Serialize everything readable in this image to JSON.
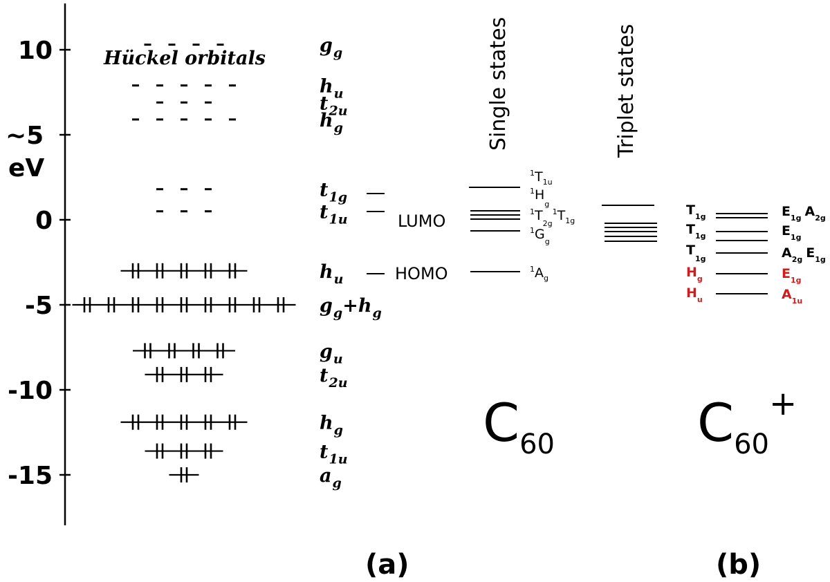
{
  "axis": {
    "unit_prefix": "~5",
    "unit": "eV",
    "ticks": [
      {
        "value": 10,
        "label": "10"
      },
      {
        "value": 5,
        "label": ""
      },
      {
        "value": 0,
        "label": "0"
      },
      {
        "value": -5,
        "label": "-5"
      },
      {
        "value": -10,
        "label": "-10"
      },
      {
        "value": -15,
        "label": "-15"
      }
    ]
  },
  "huckel": {
    "title": "Hückel orbitals",
    "levels": [
      {
        "label": "g",
        "sub": "g",
        "energy": 10.3,
        "count": 4,
        "filled": false
      },
      {
        "label": "h",
        "sub": "u",
        "energy": 7.9,
        "count": 5,
        "filled": false
      },
      {
        "label": "t",
        "sub": "2u",
        "energy": 6.9,
        "count": 3,
        "filled": false
      },
      {
        "label": "h",
        "sub": "g",
        "energy": 5.9,
        "count": 5,
        "filled": false
      },
      {
        "label": "t",
        "sub": "1g",
        "energy": 1.8,
        "count": 3,
        "filled": false
      },
      {
        "label": "t",
        "sub": "1u",
        "energy": 0.5,
        "count": 3,
        "filled": false
      },
      {
        "label": "h",
        "sub": "u",
        "energy": -3.0,
        "count": 5,
        "filled": true
      },
      {
        "label": "g",
        "sub": "g",
        "label2": "h",
        "sub2": "g",
        "energy": -5.0,
        "count": 9,
        "filled": true
      },
      {
        "label": "g",
        "sub": "u",
        "energy": -7.7,
        "count": 4,
        "filled": true
      },
      {
        "label": "t",
        "sub": "2u",
        "energy": -9.1,
        "count": 3,
        "filled": true
      },
      {
        "label": "h",
        "sub": "g",
        "energy": -11.9,
        "count": 5,
        "filled": true
      },
      {
        "label": "t",
        "sub": "1u",
        "energy": -13.6,
        "count": 3,
        "filled": true
      },
      {
        "label": "a",
        "sub": "g",
        "energy": -15.0,
        "count": 1,
        "filled": true
      }
    ]
  },
  "markers": {
    "lumo": "LUMO",
    "homo": "HOMO"
  },
  "singlet": {
    "title": "Single states",
    "states": [
      {
        "mult": "1",
        "label": "T",
        "sub": "1u"
      },
      {
        "mult": "1",
        "label": "H",
        "sub": "g"
      },
      {
        "mult": "1",
        "label": "T",
        "sub": "2g"
      },
      {
        "mult": "1",
        "label": "T",
        "sub": "1g"
      },
      {
        "mult": "1",
        "label": "G",
        "sub": "g"
      },
      {
        "mult": "1",
        "label": "A",
        "sub": "g"
      }
    ]
  },
  "triplet": {
    "title": "Triplet states"
  },
  "cation": {
    "left_labels": [
      {
        "label": "T",
        "sub": "1g",
        "color": "#000000"
      },
      {
        "label": "T",
        "sub": "1g",
        "color": "#000000"
      },
      {
        "label": "T",
        "sub": "1g",
        "color": "#000000"
      },
      {
        "label": "H",
        "sub": "g",
        "color": "#d01c1c"
      },
      {
        "label": "H",
        "sub": "u",
        "color": "#d01c1c"
      }
    ],
    "right_labels": [
      {
        "label": "E",
        "sub": "1g",
        "label2": "A",
        "sub2": "2g",
        "color": "#000000"
      },
      {
        "label": "E",
        "sub": "1g",
        "color": "#000000"
      },
      {
        "label": "A",
        "sub": "2g",
        "label2": "E",
        "sub2": "1g",
        "color": "#000000"
      },
      {
        "label": "E",
        "sub": "1g",
        "color": "#d01c1c"
      },
      {
        "label": "A",
        "sub": "1u",
        "color": "#d01c1c"
      }
    ]
  },
  "molecules": {
    "neutral": {
      "base": "C",
      "sub": "60"
    },
    "cation": {
      "base": "C",
      "sub": "60",
      "sup": "+"
    }
  },
  "panels": {
    "a": "(a)",
    "b": "(b)"
  },
  "colors": {
    "ink": "#000000",
    "highlight": "#d01c1c"
  }
}
